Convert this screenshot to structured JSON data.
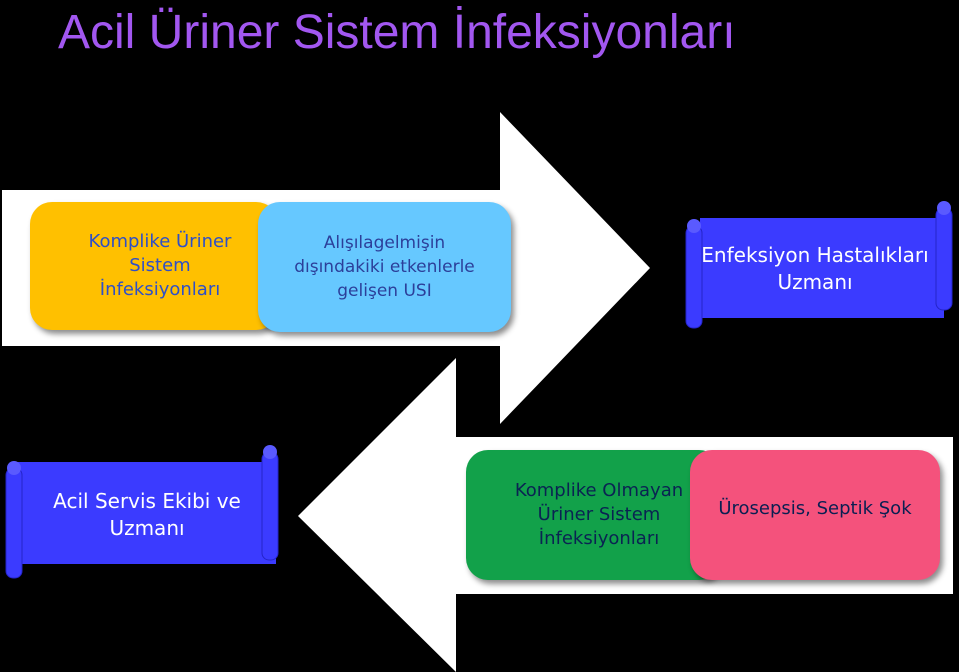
{
  "title": "Acil Üriner Sistem İnfeksiyonları",
  "top_flow": {
    "box1": "Komplike Üriner Sistem İnfeksiyonları",
    "box2": "Alışılagelmişin dışındakiki etkenlerle gelişen USI",
    "target": "Enfeksiyon Hastalıkları Uzmanı"
  },
  "bottom_flow": {
    "box1": "Komplike Olmayan Üriner Sistem İnfeksiyonları",
    "box2": "Ürosepsis, Septik Şok",
    "target": "Acil Servis Ekibi ve Uzmanı"
  },
  "colors": {
    "background": "#000000",
    "title": "#a257f0",
    "arrow": "#ffffff",
    "yellow": "#ffc000",
    "light_blue": "#66c8ff",
    "green": "#12a14a",
    "pink": "#f4527c",
    "scroll_blue": "#3b3bff"
  }
}
